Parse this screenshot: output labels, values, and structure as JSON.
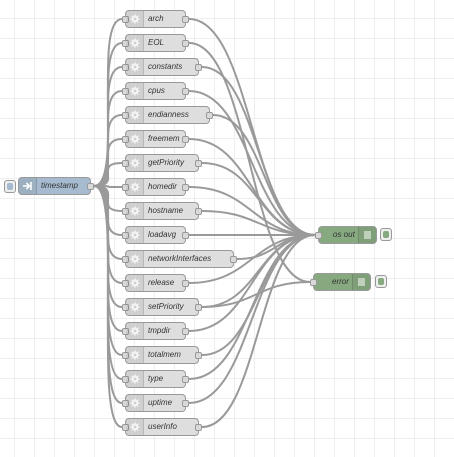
{
  "flow": {
    "inject_node": {
      "label": "timestamp",
      "color": "#a6bbcf"
    },
    "os_nodes": [
      {
        "label": "arch"
      },
      {
        "label": "EOL"
      },
      {
        "label": "constants"
      },
      {
        "label": "cpus"
      },
      {
        "label": "endianness"
      },
      {
        "label": "freemem"
      },
      {
        "label": "getPriority"
      },
      {
        "label": "homedir"
      },
      {
        "label": "hostname"
      },
      {
        "label": "loadavg"
      },
      {
        "label": "networkInterfaces"
      },
      {
        "label": "release"
      },
      {
        "label": "setPriority"
      },
      {
        "label": "tmpdir"
      },
      {
        "label": "totalmem"
      },
      {
        "label": "type"
      },
      {
        "label": "uptime"
      },
      {
        "label": "userInfo"
      }
    ],
    "os_node_color": "#dedede",
    "debug_nodes": [
      {
        "label": "os out"
      },
      {
        "label": "error"
      }
    ],
    "debug_node_color": "#87a980",
    "icons": {
      "inject": "arrow-in-icon",
      "function": "gear-icon",
      "debug": "debug-bars-icon"
    }
  }
}
